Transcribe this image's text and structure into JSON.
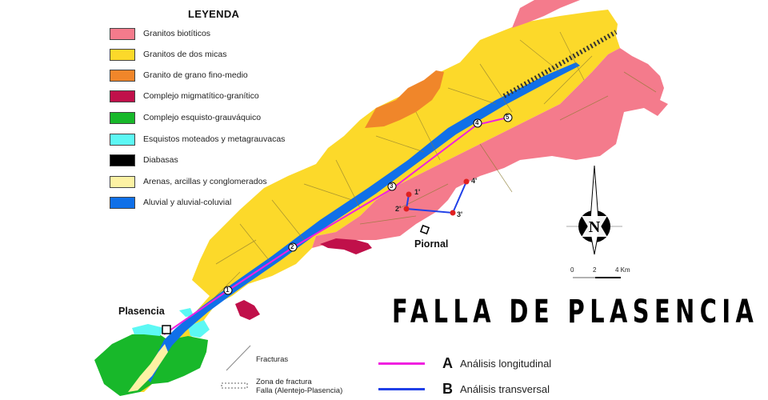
{
  "legend": {
    "title": "LEYENDA",
    "items": [
      {
        "label": "Granitos biotíticos",
        "color": "#f47b8c"
      },
      {
        "label": "Granitos de dos micas",
        "color": "#fcd92a"
      },
      {
        "label": "Granito de grano fino-medio",
        "color": "#f0862a"
      },
      {
        "label": "Complejo migmatítico-granítico",
        "color": "#c0104a"
      },
      {
        "label": "Complejo esquisto-grauváquico",
        "color": "#18b82a"
      },
      {
        "label": "Esquistos moteados y metagrauvacas",
        "color": "#5cf8f4"
      },
      {
        "label": "Diabasas",
        "color": "#000000"
      },
      {
        "label": "Arenas, arcillas y conglomerados",
        "color": "#fdf2a4"
      },
      {
        "label": "Aluvial y aluvial-coluvial",
        "color": "#1070e8"
      }
    ]
  },
  "places": {
    "plasencia": "Plasencia",
    "piornal": "Piornal"
  },
  "title": "FALLA DE PLASENCIA",
  "longitudinal_points": [
    "1",
    "2",
    "3",
    "4",
    "5"
  ],
  "transversal_points": [
    "1'",
    "2'",
    "3'",
    "4'"
  ],
  "structure_legend": {
    "fracturas": "Fracturas",
    "zona_line1": "Zona de fractura",
    "zona_line2": "Falla (Alentejo-Plasencia)"
  },
  "analysis": {
    "a": {
      "letter": "A",
      "label": "Análisis longitudinal",
      "color": "#f020e0"
    },
    "b": {
      "letter": "B",
      "label": "Análisis transversal",
      "color": "#2040e8"
    }
  },
  "compass": {
    "letter": "N"
  },
  "scale": {
    "ticks": [
      "0",
      "2",
      "4 Km"
    ]
  }
}
